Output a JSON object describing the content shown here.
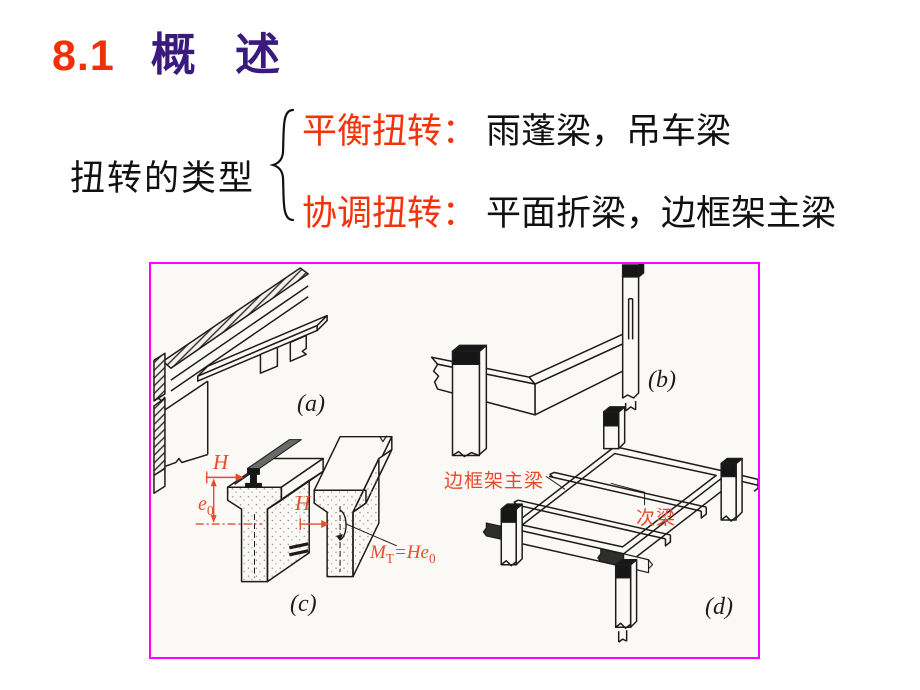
{
  "slide": {
    "title": {
      "number": "8.1",
      "heading": "概 述"
    },
    "classification": {
      "label": "扭转的类型",
      "items": [
        {
          "name": "平衡扭转：",
          "examples": "雨蓬梁，吊车梁"
        },
        {
          "name": "协调扭转：",
          "examples": "平面折梁，边框架主梁"
        }
      ]
    }
  },
  "figure": {
    "labels": {
      "a": "(a)",
      "b": "(b)",
      "c": "(c)",
      "d": "(d)"
    },
    "annotations": {
      "h_left": "H",
      "h_right": "H",
      "e0_base": "e",
      "e0_sub": "0",
      "mt_base": "M",
      "mt_sub": "T",
      "mt_eq": "=He",
      "mt_eq_sub": "0",
      "edge_frame_girder": "边框架主梁",
      "secondary_beam": "次梁"
    }
  },
  "colors": {
    "title_number": "#f1300a",
    "heading": "#3a1a7c",
    "emphasis_red": "#f2330c",
    "figure_annotation_red": "#e84b2c",
    "figure_border": "#ff00ff",
    "line_art": "#1c1c1c"
  }
}
